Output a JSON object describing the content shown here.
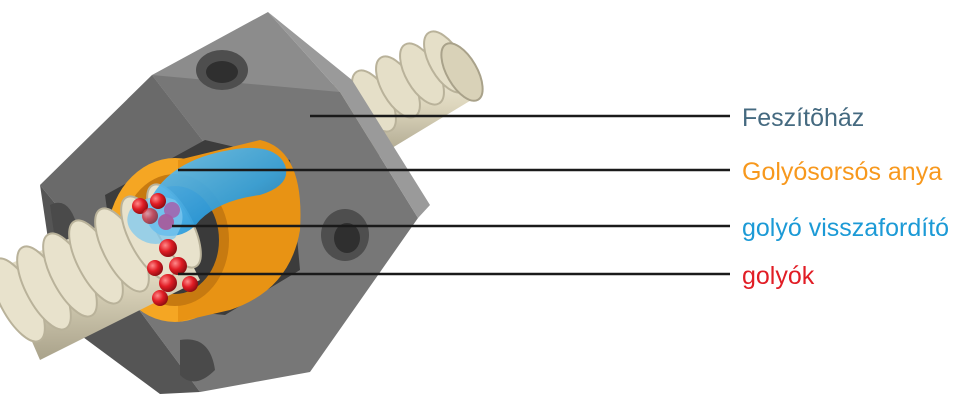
{
  "labels": [
    {
      "id": "housing",
      "text": "Feszítõház",
      "color": "#456a80"
    },
    {
      "id": "nut",
      "text": "Golyósorsós anya",
      "color": "#f7981d"
    },
    {
      "id": "return",
      "text": "golyó visszafordító",
      "color": "#1c9ad6"
    },
    {
      "id": "balls",
      "text": "golyók",
      "color": "#e11d25"
    }
  ],
  "colors": {
    "housing": "#6e6e6e",
    "screw": "#e8e2cc",
    "nut": "#f5a623",
    "return_tube": "#2e9fe0",
    "balls": "#e11d25",
    "leader": "#1a1a1a"
  }
}
